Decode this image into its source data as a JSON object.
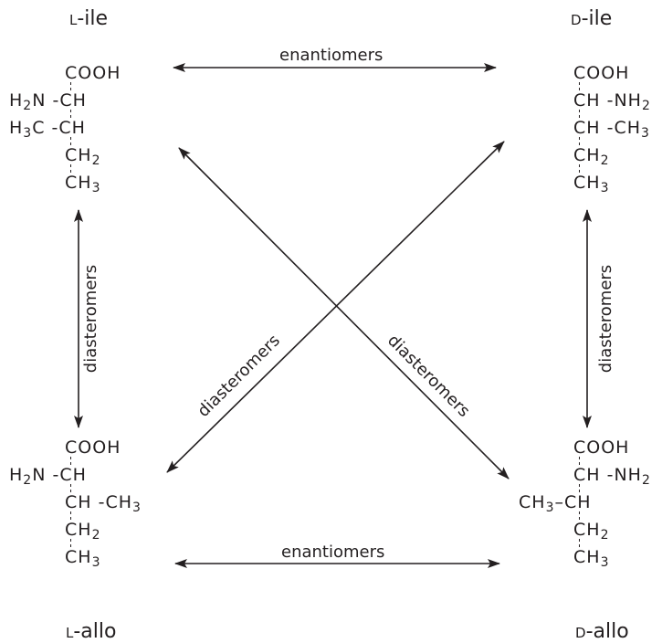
{
  "isomers": {
    "l_ile": {
      "prefix": "L",
      "name": "-ile"
    },
    "d_ile": {
      "prefix": "D",
      "name": "-ile"
    },
    "l_allo": {
      "prefix": "L",
      "name": "-allo"
    },
    "d_allo": {
      "prefix": "D",
      "name": "-allo"
    }
  },
  "formulas": {
    "l_ile": {
      "r1": "COOH",
      "r2_left": "H",
      "r2_sub": "2",
      "r2_mid": "N -",
      "r2_right": "CH",
      "r3_left": "H",
      "r3_sub": "3",
      "r3_mid": "C -",
      "r3_right": "CH",
      "r4": "CH",
      "r4_sub": "2",
      "r5": "CH",
      "r5_sub": "3"
    },
    "d_ile": {
      "r1": "COOH",
      "r2": "CH -NH",
      "r2_sub": "2",
      "r3": "CH -CH",
      "r3_sub": "3",
      "r4": "CH",
      "r4_sub": "2",
      "r5": "CH",
      "r5_sub": "3"
    },
    "l_allo": {
      "r1": "COOH",
      "r2_left": "H",
      "r2_sub": "2",
      "r2_mid": "N -",
      "r2_right": "CH",
      "r3": "CH -CH",
      "r3_sub": "3",
      "r4": "CH",
      "r4_sub": "2",
      "r5": "CH",
      "r5_sub": "3"
    },
    "d_allo": {
      "r1": "COOH",
      "r2": "CH -NH",
      "r2_sub": "2",
      "r3_left": "CH",
      "r3_sub": "3",
      "r3_mid": "–",
      "r3_right": "CH",
      "r4": "CH",
      "r4_sub": "2",
      "r5": "CH",
      "r5_sub": "3"
    }
  },
  "relations": {
    "top": "enantiomers",
    "bottom": "enantiomers",
    "left": "diasteromers",
    "right": "diasteromers",
    "diag_up": "diasteromers",
    "diag_down": "diasteromers"
  }
}
